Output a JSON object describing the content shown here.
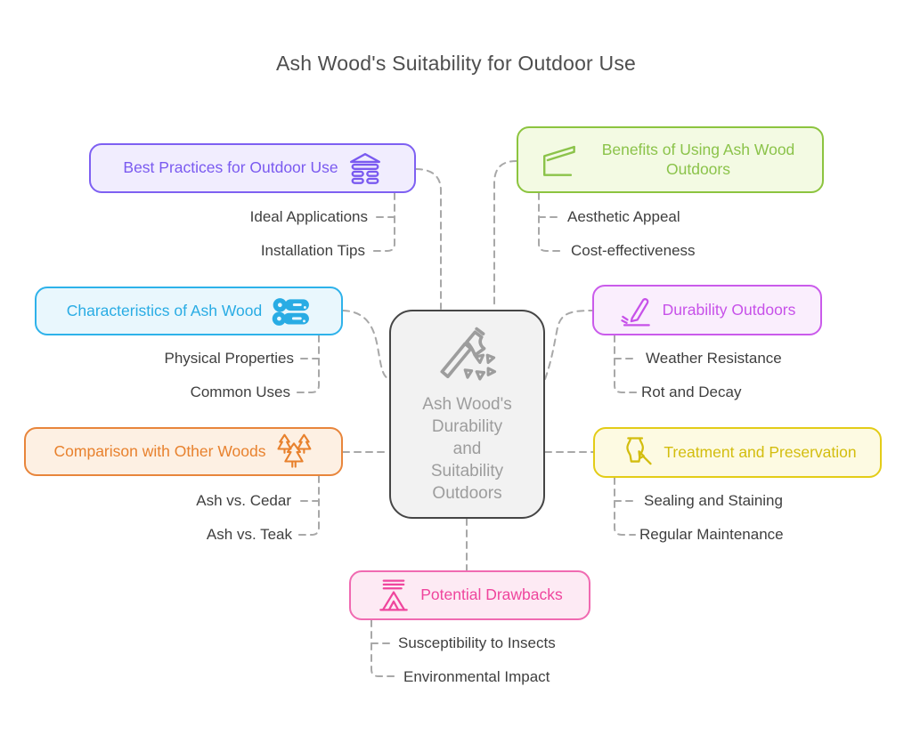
{
  "title": "Ash Wood's Suitability for Outdoor Use",
  "center": {
    "label": "Ash Wood's Durability and Suitability Outdoors",
    "icon": "axe-wood-chips-icon",
    "border_color": "#454545",
    "bg_color": "#f2f2f2",
    "text_color": "#9d9d9d"
  },
  "branches": [
    {
      "id": "best-practices",
      "label": "Best Practices for Outdoor Use",
      "icon": "log-cabin-icon",
      "icon_side": "right",
      "color": "#7a5af0",
      "border_color": "#7e60f2",
      "bg_color": "#f1edfe",
      "children": [
        "Ideal Applications",
        "Installation Tips"
      ]
    },
    {
      "id": "benefits",
      "label": "Benefits of Using Ash Wood Outdoors",
      "icon": "shed-icon",
      "icon_side": "left",
      "color": "#8bc34a",
      "border_color": "#8cc43f",
      "bg_color": "#f3fae3",
      "children": [
        "Aesthetic Appeal",
        "Cost-effectiveness"
      ]
    },
    {
      "id": "characteristics",
      "label": "Characteristics of Ash Wood",
      "icon": "wood-logs-icon",
      "icon_side": "right",
      "color": "#29ace4",
      "border_color": "#2eb2ea",
      "bg_color": "#e9f7fd",
      "children": [
        "Physical Properties",
        "Common Uses"
      ]
    },
    {
      "id": "durability",
      "label": "Durability Outdoors",
      "icon": "pen-signature-icon",
      "icon_side": "left",
      "color": "#c751e9",
      "border_color": "#ca5beb",
      "bg_color": "#faeefd",
      "children": [
        "Weather Resistance",
        "Rot and Decay"
      ]
    },
    {
      "id": "comparison",
      "label": "Comparison with Other Woods",
      "icon": "pine-trees-icon",
      "icon_side": "right",
      "color": "#e8812d",
      "border_color": "#e8853b",
      "bg_color": "#fdf0e3",
      "children": [
        "Ash vs. Cedar",
        "Ash vs. Teak"
      ]
    },
    {
      "id": "treatment",
      "label": "Treatment and Preservation",
      "icon": "jar-brush-icon",
      "icon_side": "left",
      "color": "#d3bd0e",
      "border_color": "#e3cc17",
      "bg_color": "#fdfae2",
      "children": [
        "Sealing and Staining",
        "Regular Maintenance"
      ]
    },
    {
      "id": "drawbacks",
      "label": "Potential Drawbacks",
      "icon": "tent-lines-icon",
      "icon_side": "left",
      "color": "#ef459d",
      "border_color": "#f06ab1",
      "bg_color": "#fdeaf4",
      "children": [
        "Susceptibility to Insects",
        "Environmental Impact"
      ]
    }
  ],
  "colors": {
    "connector": "#a8a8a8",
    "child_text": "#3f3f3f",
    "title_text": "#4e4e4e",
    "background": "#ffffff"
  }
}
